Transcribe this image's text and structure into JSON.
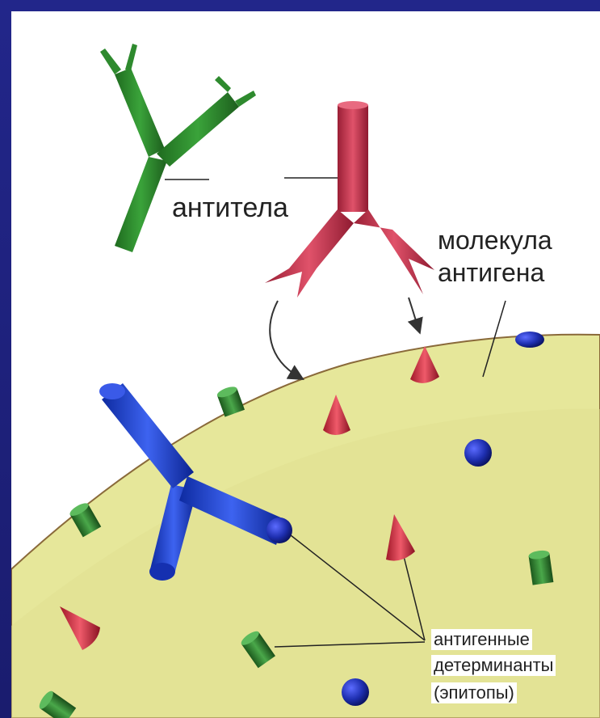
{
  "labels": {
    "antibodies": "антитела",
    "antigen_molecule_line1": "молекула",
    "antigen_molecule_line2": "антигена",
    "determinants_line1": "антигенные",
    "determinants_line2": "детерминанты",
    "determinants_line3": "(эпитопы)"
  },
  "colors": {
    "frame": "#1c1f7a",
    "antigen_surface": "#e6e79a",
    "antigen_edge": "#8a6a3a",
    "antibody_green": "#2e8a2e",
    "antibody_red": "#c0304a",
    "antibody_blue": "#1a3fd0",
    "epitope_green": "#2f7d2f",
    "epitope_red": "#c8283c",
    "epitope_blue": "#1f2fa8"
  },
  "icons": [
    "antibody-icon",
    "epitope-cylinder-icon",
    "epitope-cone-icon",
    "epitope-sphere-icon"
  ]
}
